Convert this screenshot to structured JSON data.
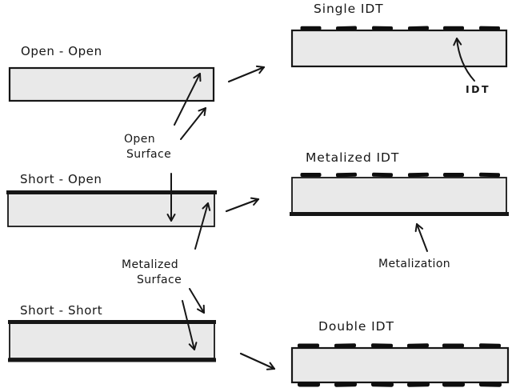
{
  "colors": {
    "background": "#ffffff",
    "substrate_fill": "#e9e9e9",
    "ink": "#161616",
    "finger_black": "#0e0e0e"
  },
  "left_column": {
    "open_open": {
      "label": "Open - Open"
    },
    "short_open": {
      "label": "Short - Open"
    },
    "short_short": {
      "label": "Short - Short"
    }
  },
  "right_column": {
    "single_idt": {
      "title": "Single IDT"
    },
    "metalized_idt": {
      "title": "Metalized IDT"
    },
    "double_idt": {
      "title": "Double IDT"
    }
  },
  "annotations": {
    "open_surface": {
      "line1": "Open",
      "line2": "Surface"
    },
    "metalized_surface": {
      "line1": "Metalized",
      "line2": "Surface"
    },
    "idt_pointer": {
      "label": "IDT"
    },
    "metalization_pointer": {
      "label": "Metalization"
    }
  }
}
